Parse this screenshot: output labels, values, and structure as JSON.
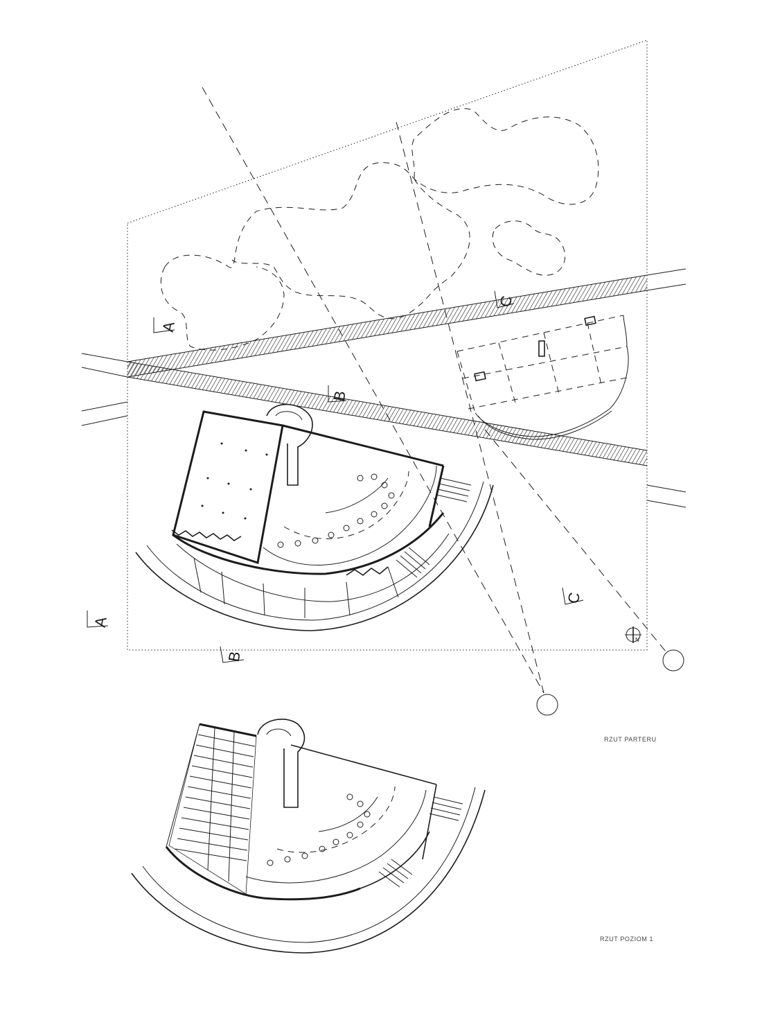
{
  "section_markers": {
    "a": "A",
    "b": "B",
    "c": "C"
  },
  "north_label": "N",
  "captions": {
    "ground_floor": "RZUT PARTERU",
    "level_1": "RZUT POZIOM 1"
  }
}
